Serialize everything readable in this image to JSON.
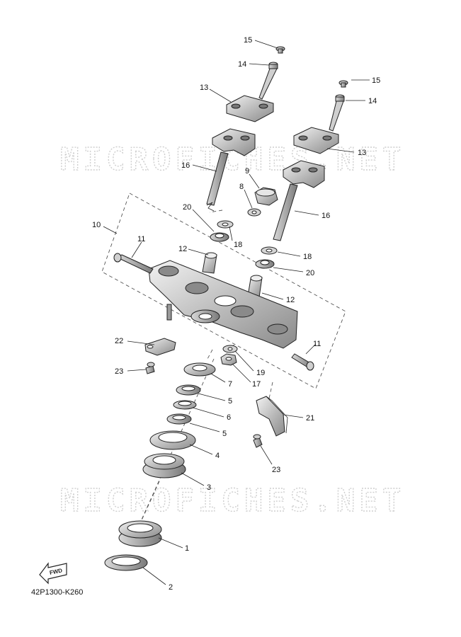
{
  "watermark": "MICROFICHES.NET",
  "diagram_code": "42P1300-K260",
  "fwd_label": "FWD",
  "callouts": [
    {
      "id": "c15a",
      "label": "15"
    },
    {
      "id": "c14a",
      "label": "14"
    },
    {
      "id": "c13a",
      "label": "13"
    },
    {
      "id": "c15b",
      "label": "15"
    },
    {
      "id": "c14b",
      "label": "14"
    },
    {
      "id": "c13b",
      "label": "13"
    },
    {
      "id": "c16a",
      "label": "16"
    },
    {
      "id": "c9",
      "label": "9"
    },
    {
      "id": "c8",
      "label": "8"
    },
    {
      "id": "c16b",
      "label": "16"
    },
    {
      "id": "c20a",
      "label": "20"
    },
    {
      "id": "c10",
      "label": "10"
    },
    {
      "id": "c18a",
      "label": "18"
    },
    {
      "id": "c11a",
      "label": "11"
    },
    {
      "id": "c12a",
      "label": "12"
    },
    {
      "id": "c18b",
      "label": "18"
    },
    {
      "id": "c20b",
      "label": "20"
    },
    {
      "id": "c12b",
      "label": "12"
    },
    {
      "id": "c22",
      "label": "22"
    },
    {
      "id": "c11b",
      "label": "11"
    },
    {
      "id": "c19",
      "label": "19"
    },
    {
      "id": "c23a",
      "label": "23"
    },
    {
      "id": "c17",
      "label": "17"
    },
    {
      "id": "c7",
      "label": "7"
    },
    {
      "id": "c5a",
      "label": "5"
    },
    {
      "id": "c21",
      "label": "21"
    },
    {
      "id": "c6",
      "label": "6"
    },
    {
      "id": "c5b",
      "label": "5"
    },
    {
      "id": "c23b",
      "label": "23"
    },
    {
      "id": "c4",
      "label": "4"
    },
    {
      "id": "c3",
      "label": "3"
    },
    {
      "id": "c1",
      "label": "1"
    },
    {
      "id": "c2",
      "label": "2"
    }
  ]
}
